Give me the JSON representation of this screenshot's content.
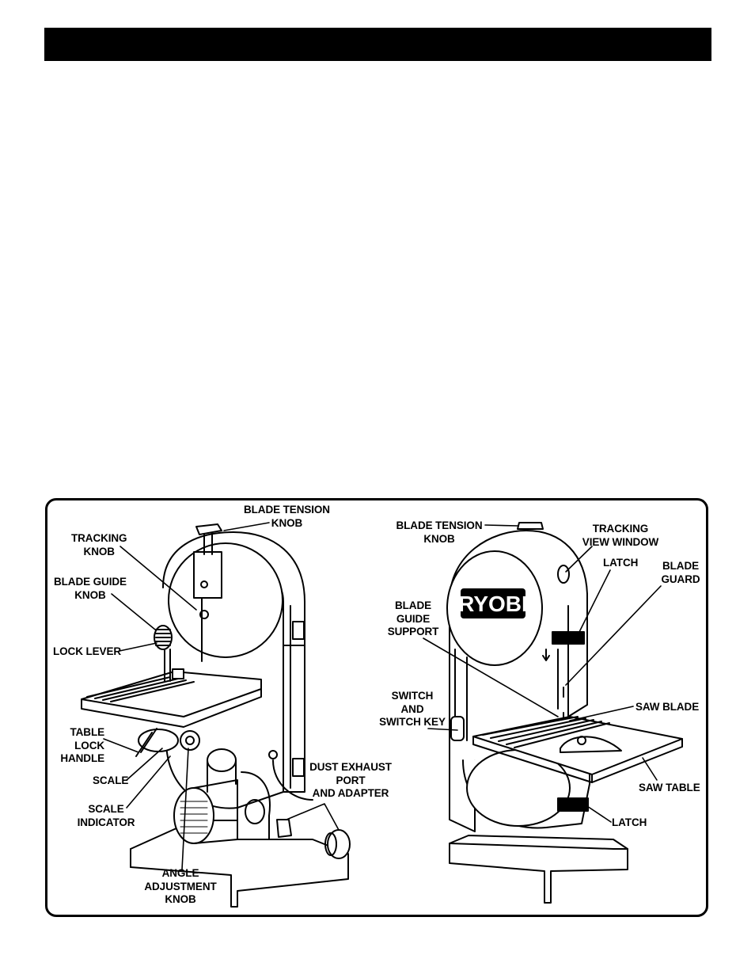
{
  "header": {
    "text": ""
  },
  "figure": {
    "brand": "RYOBI",
    "left_saw_labels": {
      "blade_tension_knob": "BLADE TENSION\nKNOB",
      "tracking_knob": "TRACKING\nKNOB",
      "blade_guide_knob": "BLADE GUIDE\nKNOB",
      "lock_lever": "LOCK LEVER",
      "table_lock_handle": "TABLE LOCK\nHANDLE",
      "scale": "SCALE",
      "scale_indicator": "SCALE\nINDICATOR",
      "angle_adjustment_knob": "ANGLE\nADJUSTMENT\nKNOB",
      "dust_exhaust_port": "DUST EXHAUST\nPORT\nAND ADAPTER"
    },
    "right_saw_labels": {
      "blade_tension_knob": "BLADE TENSION\nKNOB",
      "tracking_view_window": "TRACKING\nVIEW WINDOW",
      "latch_upper": "LATCH",
      "blade_guard": "BLADE\nGUARD",
      "blade_guide_support": "BLADE\nGUIDE\nSUPPORT",
      "switch_and_key": "SWITCH\nAND\nSWITCH KEY",
      "saw_blade": "SAW BLADE",
      "saw_table": "SAW TABLE",
      "latch_lower": "LATCH"
    }
  }
}
